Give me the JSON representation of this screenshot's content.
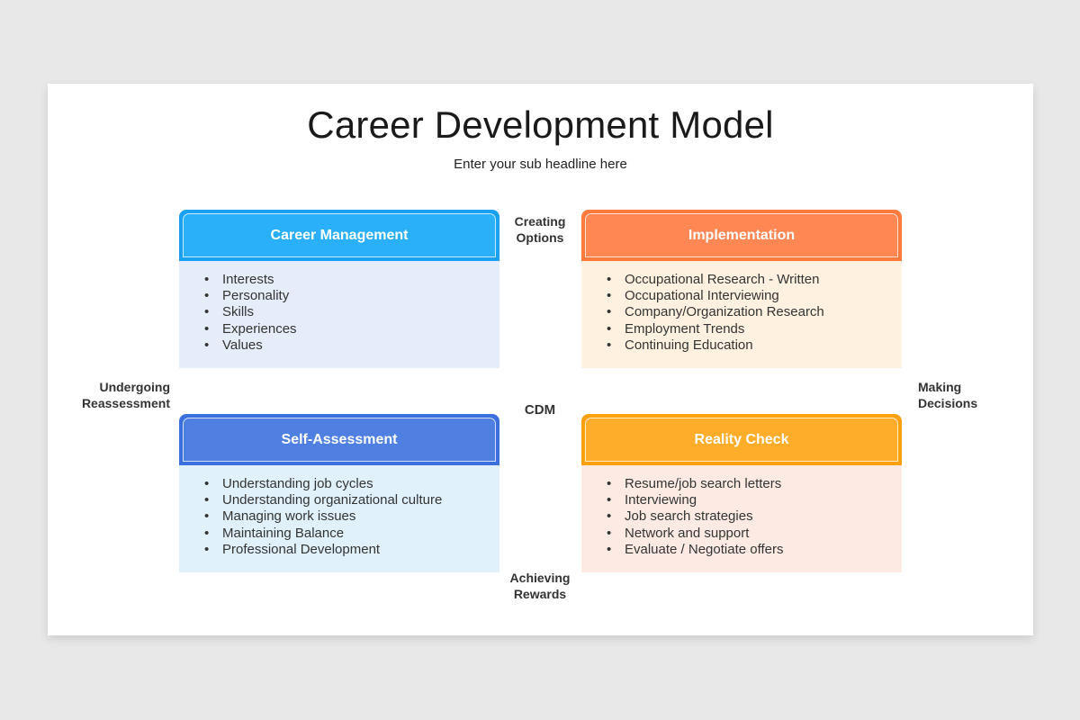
{
  "slide": {
    "title": "Career Development Model",
    "subtitle": "Enter your sub headline here"
  },
  "cards": [
    {
      "title": "Career Management",
      "header_color": "#29b0f9",
      "border_color": "#1aa0f0",
      "body_color": "#e6edfa",
      "items": [
        "Interests",
        "Personality",
        "Skills",
        "Experiences",
        "Values"
      ]
    },
    {
      "title": "Implementation",
      "header_color": "#ff8753",
      "border_color": "#ff7a3d",
      "body_color": "#fff1e0",
      "items": [
        "Occupational Research - Written",
        "Occupational Interviewing",
        "Company/Organization Research",
        "Employment Trends",
        "Continuing Education"
      ]
    },
    {
      "title": "Self-Assessment",
      "header_color": "#4f7fe0",
      "border_color": "#3b6fe0",
      "body_color": "#e0f1fc",
      "items": [
        "Understanding job cycles",
        "Understanding organizational culture",
        "Managing work issues",
        "Maintaining Balance",
        "Professional Development"
      ]
    },
    {
      "title": "Reality Check",
      "header_color": "#fdad2a",
      "border_color": "#ffa10f",
      "body_color": "#fdebe3",
      "items": [
        "Resume/job search letters",
        "Interviewing",
        "Job search strategies",
        "Network and support",
        "Evaluate / Negotiate offers"
      ]
    }
  ],
  "labels": {
    "top": [
      "Creating",
      "Options"
    ],
    "left": [
      "Undergoing",
      "Reassessment"
    ],
    "right": [
      "Making",
      "Decisions"
    ],
    "bottom": [
      "Achieving",
      "Rewards"
    ],
    "center": "CDM"
  }
}
